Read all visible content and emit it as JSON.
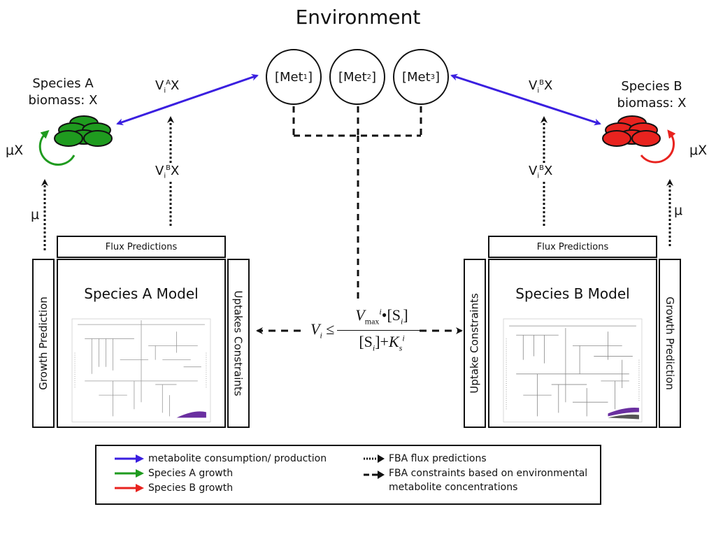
{
  "title": "Environment",
  "environment": {
    "metabolites": [
      {
        "base": "[Met",
        "sup": "1",
        "close": "]"
      },
      {
        "base": "[Met",
        "sup": "2",
        "close": "]"
      },
      {
        "base": "[Met",
        "sup": "3",
        "close": "]"
      }
    ]
  },
  "species_a": {
    "label_line1": "Species A",
    "label_line2": "biomass: X",
    "color": "#1f9b1f",
    "growth_label": "μX",
    "mu_label": "μ",
    "exchange_flux": {
      "v": "V",
      "sub": "i",
      "sup": "A",
      "x": "X"
    },
    "predicted_flux": {
      "v": "V",
      "sub": "i",
      "sup": "B",
      "x": "X"
    },
    "flux_box": "Flux Predictions",
    "model_title": "Species A Model",
    "left_side": "Growth Prediction",
    "right_side": "Uptakes Constraints"
  },
  "species_b": {
    "label_line1": "Species B",
    "label_line2": "biomass: X",
    "color": "#e8231f",
    "growth_label": "μX",
    "mu_label": "μ",
    "exchange_flux": {
      "v": "V",
      "sub": "i",
      "sup": "B",
      "x": "X"
    },
    "predicted_flux": {
      "v": "V",
      "sub": "i",
      "sup": "B",
      "x": "X"
    },
    "flux_box": "Flux Predictions",
    "model_title": "Species B Model",
    "left_side": "Uptake Constraints",
    "right_side": "Growth Prediction"
  },
  "formula": {
    "lhs": "V",
    "lhs_sub": "i",
    "relation": "≤",
    "num_v": "V",
    "num_v_sub": "max",
    "num_v_sup": "i",
    "num_dot": "•",
    "num_s": "[S",
    "num_s_sub": "i",
    "num_s_close": "]",
    "den_s": "[S",
    "den_s_sub": "i",
    "den_s_close": "]",
    "den_plus": "+",
    "den_k": "K",
    "den_k_sub": "s",
    "den_k_sup": "i"
  },
  "colors": {
    "exchange": "#3a1fe0",
    "growth_a": "#1f9b1f",
    "growth_b": "#e8231f",
    "line": "#111111"
  },
  "legend": {
    "items": [
      {
        "label": "metabolite consumption/ production",
        "style": "solid",
        "color": "#3a1fe0"
      },
      {
        "label": "Species A growth",
        "style": "solid",
        "color": "#1f9b1f"
      },
      {
        "label": "Species B growth",
        "style": "solid",
        "color": "#e8231f"
      },
      {
        "label": "FBA flux predictions",
        "style": "dotted",
        "color": "#111111"
      },
      {
        "label": "FBA constraints based on environmental",
        "label2": "metabolite concentrations",
        "style": "dashed",
        "color": "#111111"
      }
    ]
  }
}
